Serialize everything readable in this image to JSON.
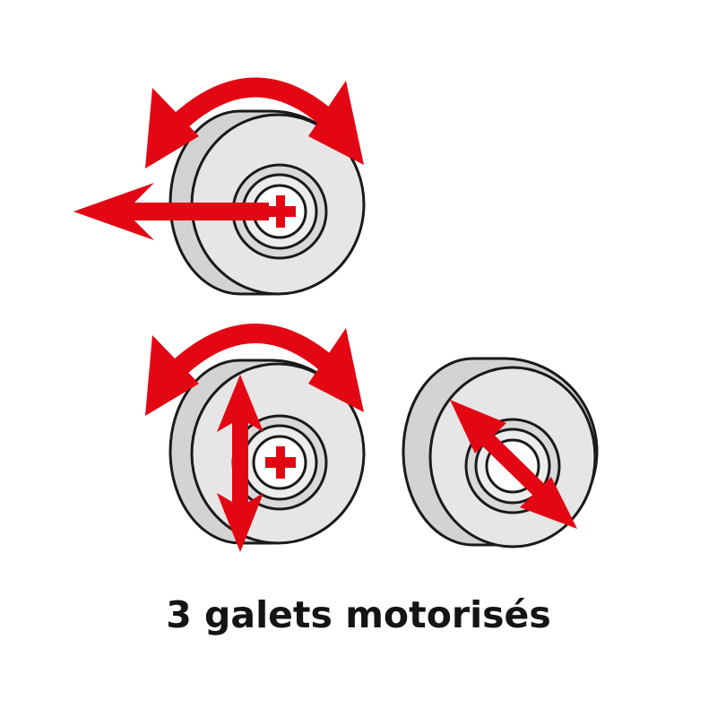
{
  "caption": "3 galets motorisés",
  "colors": {
    "accent": "#e30613",
    "roller_side": "#d3d3d3",
    "roller_face": "#e6e6e6",
    "outline": "#1a1a1a",
    "background": "#ffffff"
  },
  "rollers": [
    {
      "id": "top",
      "motorized": true,
      "center_mark": "plus",
      "motions": [
        "rotation",
        "horizontal-translation"
      ]
    },
    {
      "id": "bottom-left",
      "motorized": true,
      "center_mark": "plus",
      "motions": [
        "rotation",
        "vertical-translation"
      ]
    },
    {
      "id": "bottom-right",
      "motorized": true,
      "center_mark": "none",
      "motions": [
        "diagonal-translation"
      ]
    }
  ],
  "icons": [
    "rotation-arrow-icon",
    "translation-arrow-icon",
    "plus-icon"
  ]
}
